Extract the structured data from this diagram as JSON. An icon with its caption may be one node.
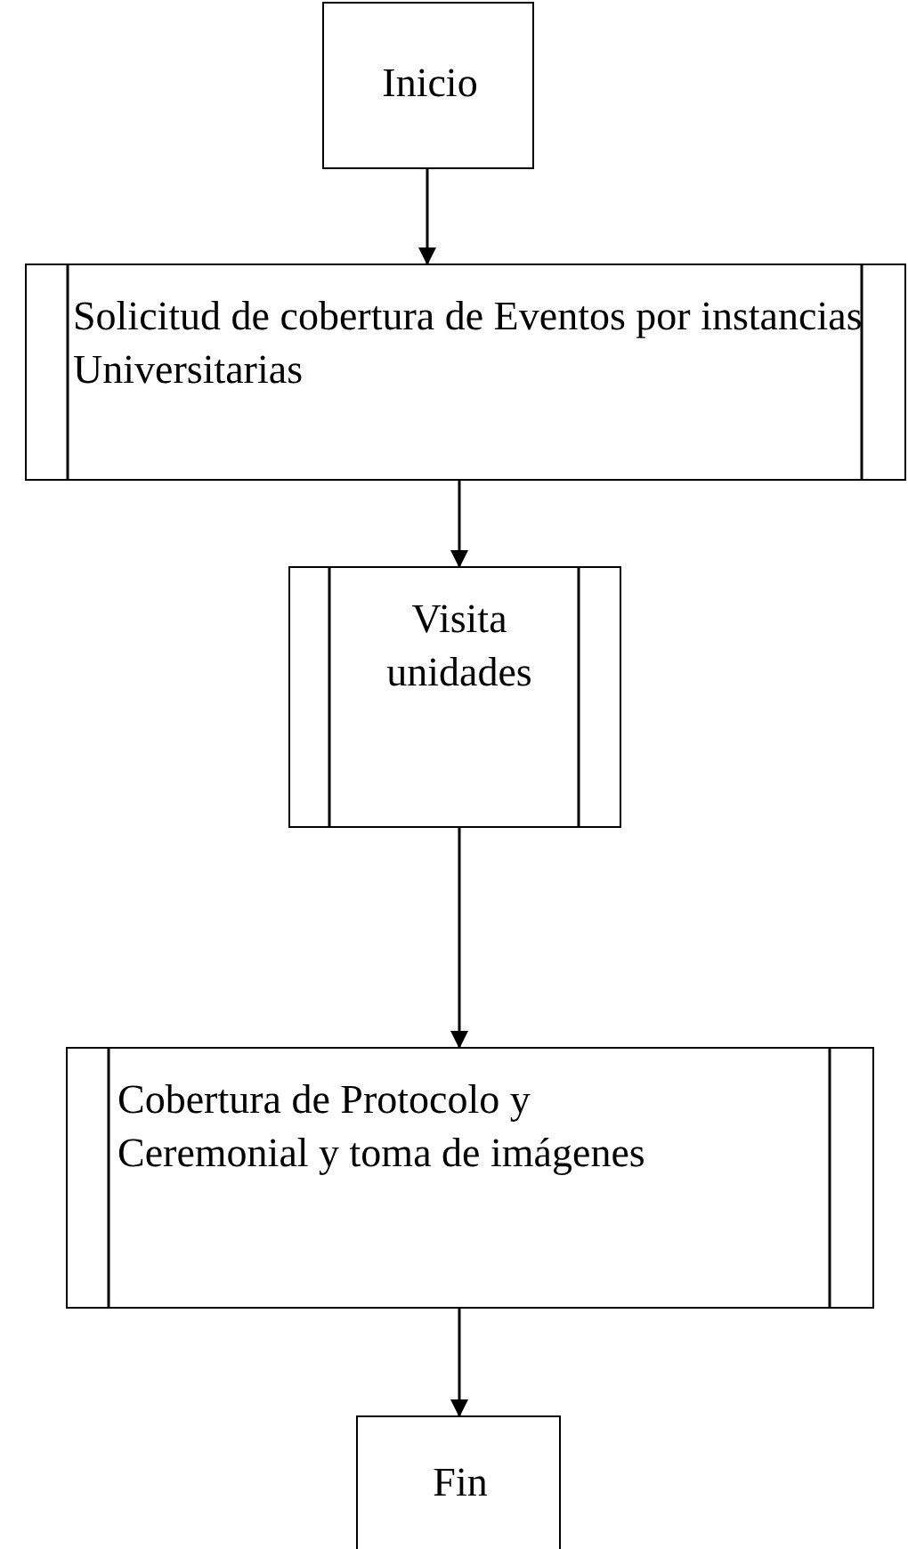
{
  "diagram": {
    "nodes": [
      {
        "text": [
          "Inicio"
        ]
      },
      {
        "text": [
          "Solicitud de cobertura de Eventos por instancias Universitarias"
        ]
      },
      {
        "text": [
          "Visita unidades"
        ]
      },
      {
        "text": [
          "Cobertura de Protocolo y Ceremonial y toma de imágenes"
        ]
      },
      {
        "text": [
          "Fin"
        ]
      }
    ],
    "edges": [
      {
        "from": 0,
        "to": 1,
        "arrow": "to"
      },
      {
        "from": 1,
        "to": 2,
        "arrow": "to"
      },
      {
        "from": 2,
        "to": 3,
        "arrow": "to"
      },
      {
        "from": 3,
        "to": 4,
        "arrow": "to"
      }
    ]
  }
}
